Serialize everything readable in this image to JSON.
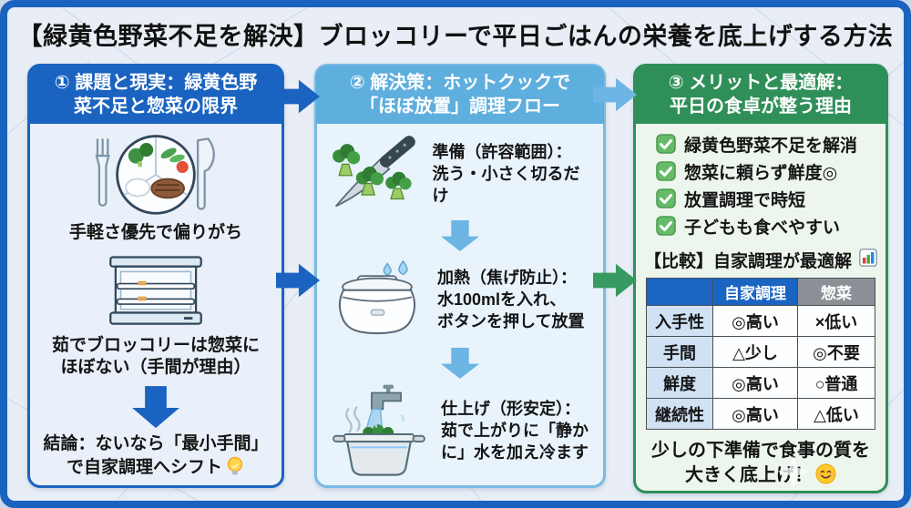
{
  "title": "【緑黄色野菜不足を解決】ブロッコリーで平日ごはんの栄養を底上げする方法",
  "colors": {
    "frame_blue": "#1a63c0",
    "panel_problem_header": "#1a63c0",
    "panel_solution_header": "#5eaede",
    "panel_merit_header": "#2f8f58",
    "arrow_dark_blue": "#1a63c0",
    "arrow_light_blue": "#6cb5e5",
    "arrow_green": "#379a60",
    "table_home_header_bg": "#1a64c2",
    "table_deli_header_bg": "#8b9096",
    "table_label_bg": "#cfe1f3",
    "check_green": "#66bb6a"
  },
  "panels": {
    "problem": {
      "header": "① 課題と現実：緑黄色野\n菜不足と惣菜の限界",
      "caption_plate": "手軽さ優先で偏りがち",
      "caption_case": "茹でブロッコリーは惣菜に\nほぼない（手間が理由）",
      "conclusion": "結論：ないなら「最小手間」\nで自家調理へシフト",
      "icons": {
        "plate": "meal-plate-icon",
        "case": "deli-display-case-icon",
        "arrow": "down-arrow-icon",
        "bulb": "lightbulb-icon"
      }
    },
    "solution": {
      "header": "② 解決策：ホットクックで\n「ほぼ放置」調理フロー",
      "steps": [
        {
          "icon": "broccoli-knife-icon",
          "text": "準備（許容範囲）：\n洗う・小さく切るだけ"
        },
        {
          "icon": "hotcook-icon",
          "text": "加熱（焦げ防止）：\n水100mlを入れ、\nボタンを押して放置"
        },
        {
          "icon": "pot-faucet-icon",
          "text": "仕上げ（形安定）：\n茹で上がりに「静か\nに」水を加え冷ます"
        }
      ]
    },
    "merit": {
      "header": "③ メリットと最適解：\n平日の食卓が整う理由",
      "checklist": [
        "緑黄色野菜不足を解消",
        "惣菜に頼らず鮮度◎",
        "放置調理で時短",
        "子どもも食べやすい"
      ],
      "comparison_title": "【比較】自家調理が最適解",
      "table": {
        "columns": [
          "",
          "自家調理",
          "惣菜"
        ],
        "rows": [
          {
            "label": "入手性",
            "home": "◎高い",
            "deli": "×低い"
          },
          {
            "label": "手間",
            "home": "△少し",
            "deli": "◎不要"
          },
          {
            "label": "鮮度",
            "home": "◎高い",
            "deli": "○普通"
          },
          {
            "label": "継続性",
            "home": "◎高い",
            "deli": "△低い"
          }
        ]
      },
      "footer": "少しの下準備で食事の質を\n大きく底上げ！",
      "icons": {
        "chart": "bar-chart-icon",
        "smiley": "smiling-face-icon",
        "check": "check-icon"
      }
    }
  }
}
